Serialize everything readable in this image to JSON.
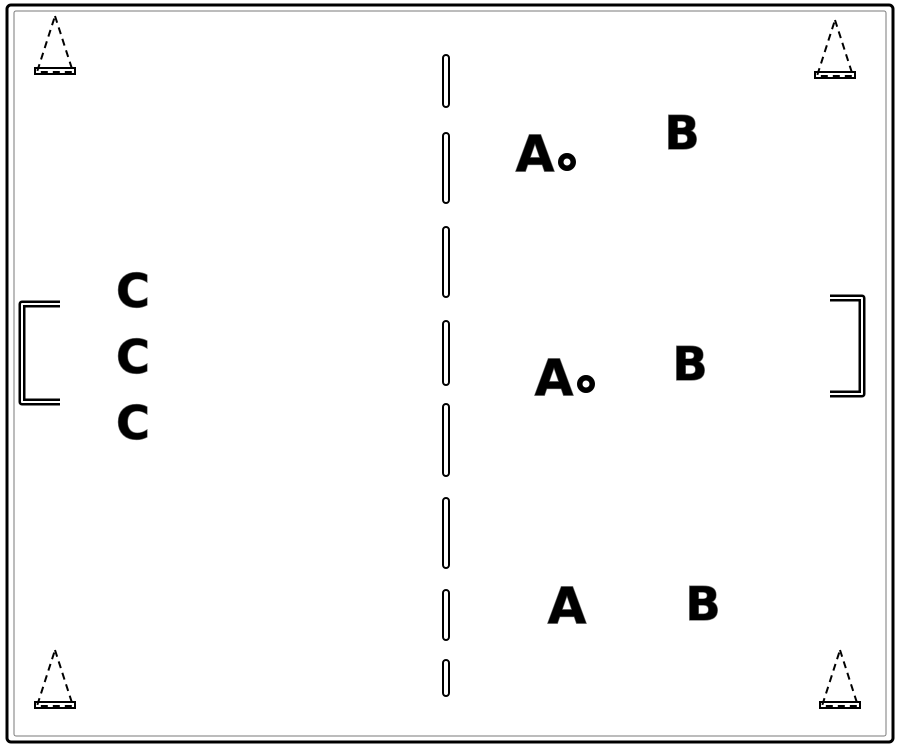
{
  "field": {
    "line_color": "#000000",
    "background": "#ffffff",
    "center_line": "dashed",
    "cones": 4,
    "goals": 2
  },
  "players": {
    "a": [
      "A",
      "A",
      "A"
    ],
    "b": [
      "B",
      "B",
      "B"
    ],
    "c": [
      "C",
      "C",
      "C"
    ],
    "ball_icon": "ball-icon"
  }
}
